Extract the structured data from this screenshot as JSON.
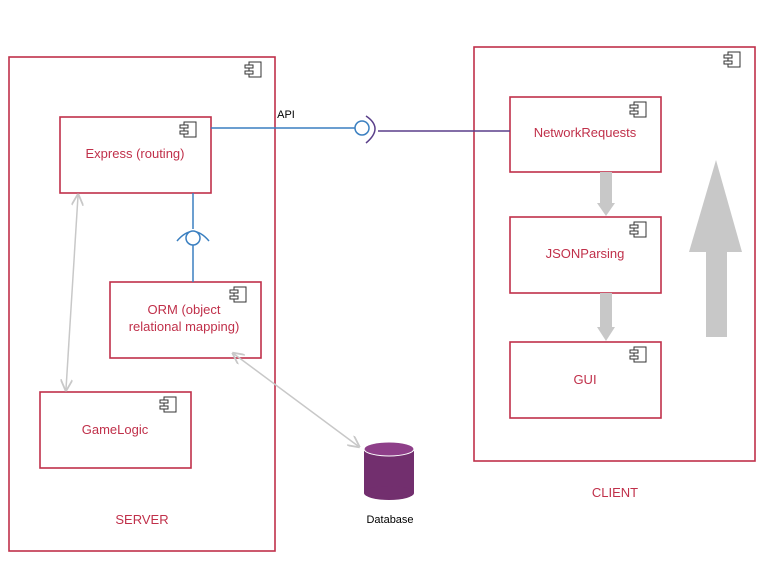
{
  "colors": {
    "border": "#c0304a",
    "text": "#c0304a",
    "interface_line": "#3a7fc0",
    "required_line": "#5a3f8a",
    "dependency": "#c8c8c8",
    "flow_arrow": "#c8c8c8",
    "database": "#722f6e"
  },
  "server": {
    "label": "SERVER",
    "components": {
      "express": "Express (routing)",
      "orm_line1": "ORM (object",
      "orm_line2": "relational mapping)",
      "gamelogic": "GameLogic"
    }
  },
  "client": {
    "label": "CLIENT",
    "components": {
      "network": "NetworkRequests",
      "json": "JSONParsing",
      "gui": "GUI"
    }
  },
  "interface": {
    "api_label": "API"
  },
  "database": {
    "label": "Database"
  },
  "icons": [
    "component-icon",
    "database-icon",
    "interface-lollipop",
    "interface-socket"
  ]
}
